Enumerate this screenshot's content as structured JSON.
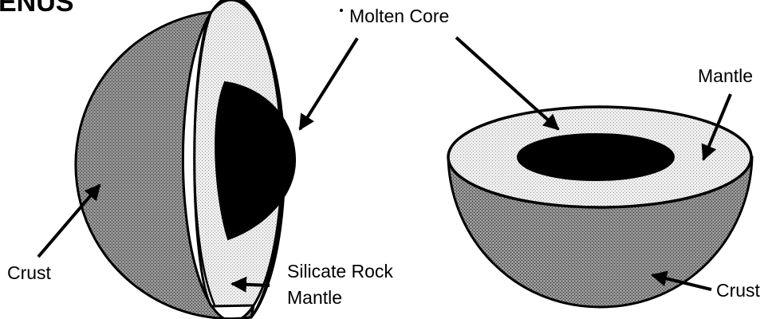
{
  "title": "ENUS",
  "labels": {
    "molten_core": "Molten Core",
    "mantle_right": "Mantle",
    "crust_left": "Crust",
    "silicate_line1": "Silicate Rock",
    "silicate_line2": "Mantle",
    "crust_right": "Crust"
  },
  "colors": {
    "ink": "#000000",
    "crust": "#8f8f8f",
    "mantle": "#e6e6e6",
    "core": "#000000"
  }
}
